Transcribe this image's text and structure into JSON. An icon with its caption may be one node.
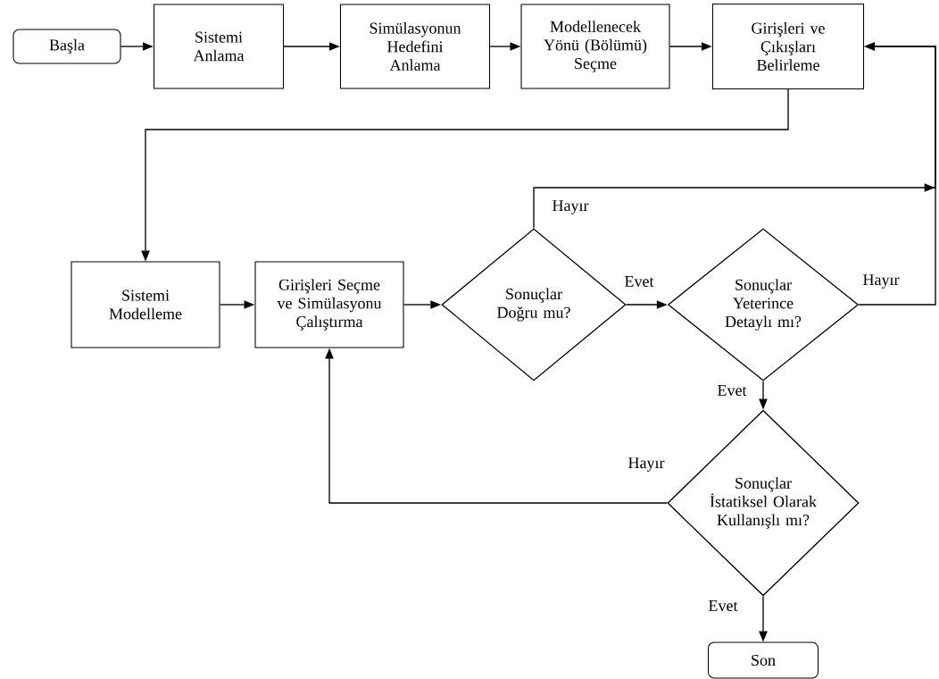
{
  "diagram": {
    "nodes": [
      {
        "text": [
          "Başla"
        ]
      },
      {
        "text": [
          "Sistemi Anlama"
        ]
      },
      {
        "text": [
          "Simülasyonun Hedefini Anlama"
        ]
      },
      {
        "text": [
          "Modellenecek Yönü (Bölümü) Seçme"
        ]
      },
      {
        "text": [
          "Girişleri ve Çıkışları Belirleme"
        ]
      },
      {
        "text": [
          "Sistemi Modelleme"
        ]
      },
      {
        "text": [
          "Girişleri Seçme ve Simülasyonu Çalıştırma"
        ]
      },
      {
        "text": [
          "Sonuçlar Doğru mu?"
        ]
      },
      {
        "text": [
          "Sonuçlar Yeterince Detaylı mı?"
        ]
      },
      {
        "text": [
          "Sonuçlar İstatiksel Olarak Kullanışlı mı?"
        ]
      },
      {
        "text": [
          "Son"
        ]
      }
    ],
    "edges": [
      {
        "from": 0,
        "to": 1,
        "arrow": "to"
      },
      {
        "from": 1,
        "to": 2,
        "arrow": "to"
      },
      {
        "from": 2,
        "to": 3,
        "arrow": "to"
      },
      {
        "from": 3,
        "to": 4,
        "arrow": "to"
      },
      {
        "from": 4,
        "to": 5,
        "arrow": "to"
      },
      {
        "from": 5,
        "to": 6,
        "arrow": "to"
      },
      {
        "from": 6,
        "to": 7,
        "arrow": "to"
      },
      {
        "from": 7,
        "to": 8,
        "arrow": "to",
        "label": "Evet"
      },
      {
        "from": 7,
        "to": 4,
        "arrow": "to",
        "label": "Hayır"
      },
      {
        "from": 8,
        "to": 4,
        "arrow": "to",
        "label": "Hayır"
      },
      {
        "from": 8,
        "to": 9,
        "arrow": "to",
        "label": "Evet"
      },
      {
        "from": 9,
        "to": 6,
        "arrow": "to",
        "label": "Hayır"
      },
      {
        "from": 9,
        "to": 10,
        "arrow": "to",
        "label": "Evet"
      }
    ]
  }
}
